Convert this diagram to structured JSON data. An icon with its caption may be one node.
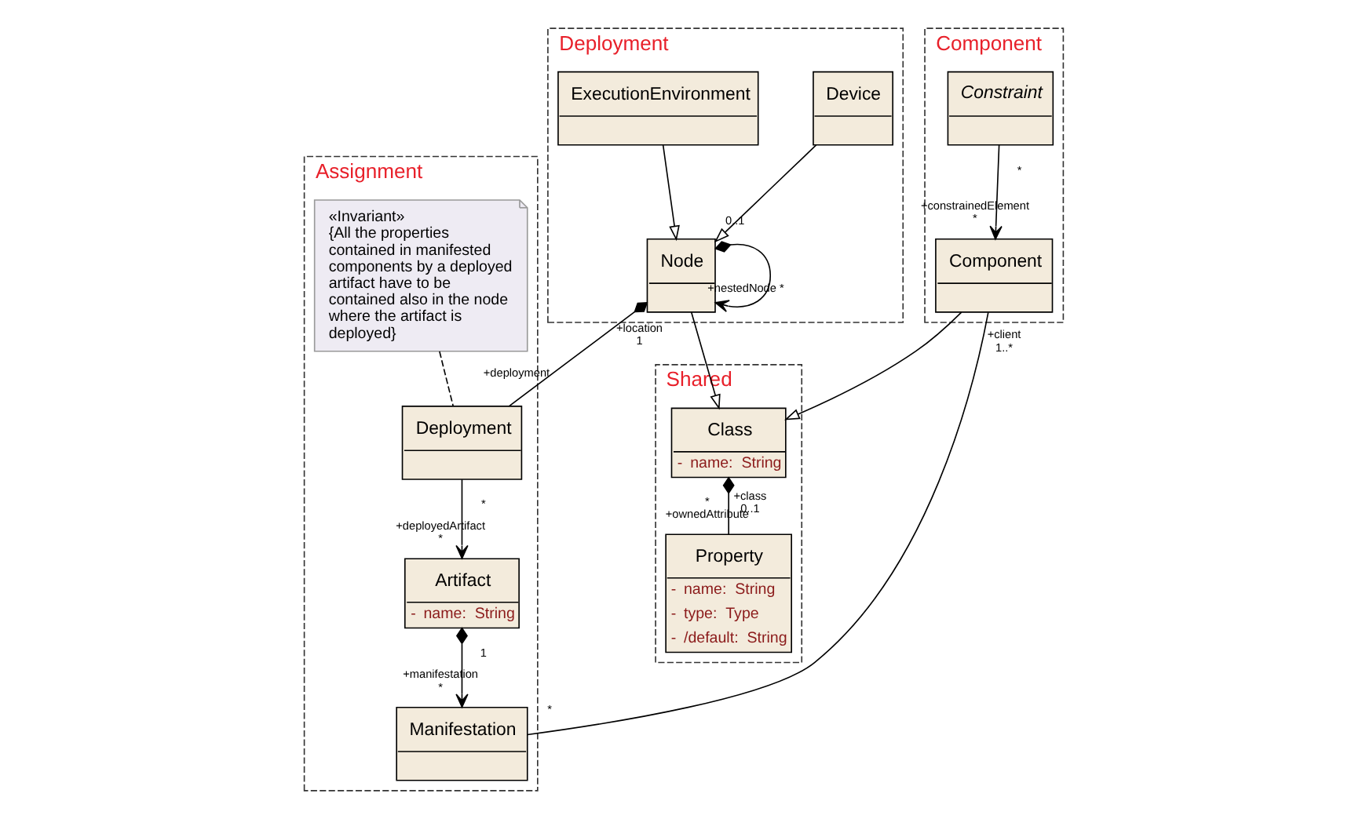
{
  "diagram": {
    "nodes": [
      {
        "text": [
          "Deployment"
        ]
      },
      {
        "text": [
          "Device"
        ],
        "in": 0
      },
      {
        "text": [
          "ExecutionEnvironment"
        ],
        "in": 0
      },
      {
        "text": [
          "Node"
        ],
        "in": 0
      },
      {
        "text": [
          "Assignment"
        ]
      },
      {
        "text": [
          "Deployment"
        ],
        "in": 4
      },
      {
        "text": [
          "«Invariant»",
          "{All the properties contained in manifested components by a deployed artifact have to be contained also in the node where the artifact is deployed}"
        ],
        "in": 4
      },
      {
        "text": [
          "Artifact",
          "-",
          "name:  String"
        ],
        "in": 4
      },
      {
        "text": [
          "Manifestation"
        ],
        "in": 4
      },
      {
        "text": [
          "Shared"
        ]
      },
      {
        "text": [
          "Property",
          "-",
          "name:  String",
          "-",
          "type:  Type",
          "-",
          "/default:  String"
        ],
        "in": 9
      },
      {
        "text": [
          "Class",
          "-",
          "name:  String"
        ],
        "in": 9
      },
      {
        "text": [
          "Component"
        ]
      },
      {
        "text": [
          "Constraint"
        ],
        "in": 12
      },
      {
        "text": [
          "Component"
        ],
        "in": 12
      }
    ],
    "edges": [
      {
        "from": 1,
        "to": 3,
        "arrow": "to"
      },
      {
        "from": 2,
        "to": 3,
        "arrow": "to"
      },
      {
        "from": 3,
        "to": 3,
        "arrow": "to"
      },
      {
        "from": 3,
        "to": 5,
        "arrow": "other"
      },
      {
        "from": 3,
        "to": 11,
        "arrow": "to"
      },
      {
        "from": 11,
        "to": 10,
        "arrow": "other"
      },
      {
        "from": 14,
        "to": 11,
        "arrow": "to"
      },
      {
        "from": 13,
        "to": 14,
        "arrow": "to"
      },
      {
        "from": 14,
        "to": 8,
        "arrow": "none"
      },
      {
        "from": 5,
        "to": 7,
        "arrow": "to"
      },
      {
        "from": 7,
        "to": 8,
        "arrow": "to"
      },
      {
        "from": 6,
        "to": 5,
        "arrow": "none",
        "style": "dashed"
      }
    ],
    "labels": [
      "0..1",
      "+nestedNode *",
      "+location",
      "1",
      "+deployment",
      "*",
      "+deployedArtifact",
      "*",
      "+class",
      "*",
      "0..1",
      "+ownedAttribute",
      "1",
      "+manifestation",
      "*",
      "+constrainedElement",
      "+client",
      "*",
      "*",
      "1..*",
      "*"
    ]
  }
}
